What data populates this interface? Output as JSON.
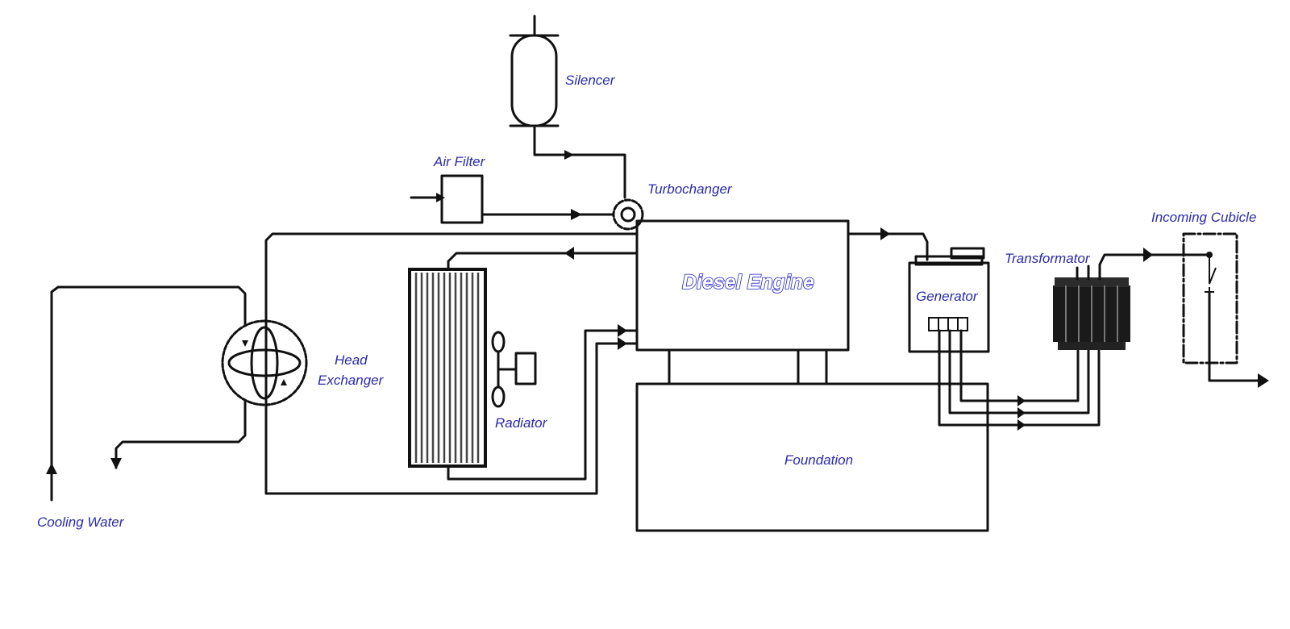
{
  "labels": {
    "silencer": "Silencer",
    "air_filter": "Air Filter",
    "turbochanger": "Turbochanger",
    "diesel_engine": "Diesel Engine",
    "generator": "Generator",
    "transformator": "Transformator",
    "incoming_cubicle": "Incoming Cubicle",
    "head": "Head",
    "exchanger": "Exchanger",
    "radiator": "Radiator",
    "foundation": "Foundation",
    "cooling_water": "Cooling Water"
  },
  "colors": {
    "label": "#2a2aa8",
    "line": "#111111",
    "background": "#ffffff"
  }
}
